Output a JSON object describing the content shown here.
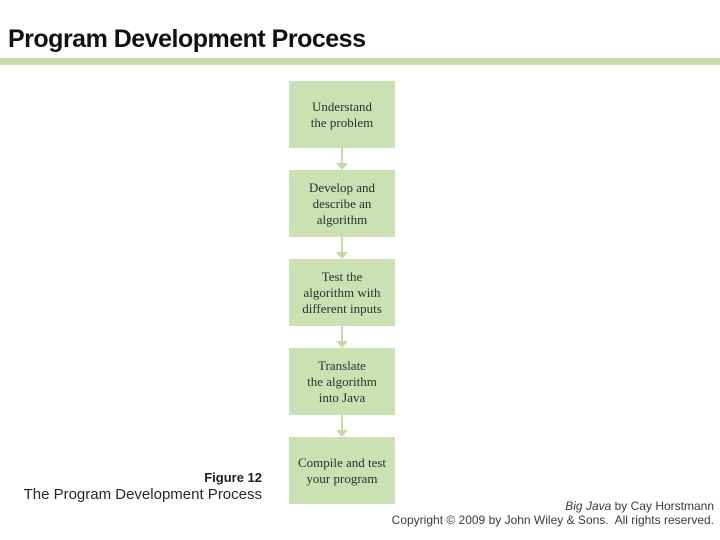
{
  "slide": {
    "title": "Program Development Process"
  },
  "figure": {
    "label": "Figure 12",
    "caption": "The Program Development Process",
    "boxes": [
      {
        "label": "Understand\nthe problem"
      },
      {
        "label": "Develop and\ndescribe an\nalgorithm"
      },
      {
        "label": "Test the\nalgorithm with\ndifferent inputs"
      },
      {
        "label": "Translate\nthe algorithm\ninto Java"
      },
      {
        "label": "Compile and test\nyour program"
      }
    ]
  },
  "footer": {
    "book_title": "Big Java",
    "byline": " by Cay Horstmann",
    "copyright": "Copyright © 2009 by John Wiley & Sons.  All rights reserved."
  },
  "colors": {
    "accent_bar": "#c5dfab",
    "box_fill": "#c9e1b3",
    "arrow": "#c0dba4",
    "title_text": "#111111",
    "box_text": "#2f2f2f",
    "footer_text": "#3c3c3c"
  }
}
